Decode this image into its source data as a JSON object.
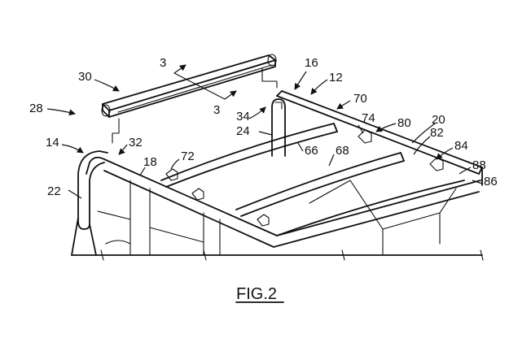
{
  "figure": {
    "title": "FIG.2",
    "section_marks": [
      "3",
      "3"
    ],
    "reference_numerals": {
      "r30": "30",
      "r28": "28",
      "r14": "14",
      "r32": "32",
      "r18": "18",
      "r72": "72",
      "r22": "22",
      "r34": "34",
      "r24": "24",
      "r16": "16",
      "r12": "12",
      "r70": "70",
      "r74": "74",
      "r80": "80",
      "r20": "20",
      "r82": "82",
      "r66": "66",
      "r68": "68",
      "r84": "84",
      "r88": "88",
      "r86": "86"
    }
  }
}
